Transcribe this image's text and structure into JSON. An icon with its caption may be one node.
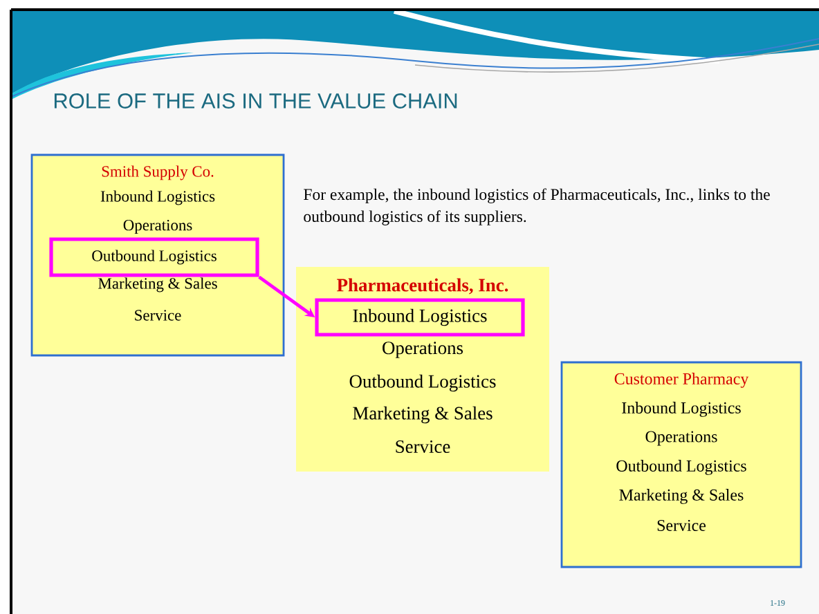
{
  "diagram": {
    "title": "ROLE OF THE AIS IN THE VALUE CHAIN",
    "nodes": [
      {
        "text": [
          "Smith Supply Co.",
          "Inbound Logistics",
          "Operations",
          "Marketing & Sales",
          "Service"
        ]
      },
      {
        "text": [
          "Outbound Logistics"
        ],
        "in": 0
      },
      {
        "text": [
          "Pharmaceuticals, Inc.",
          "Operations",
          "Outbound Logistics",
          "Marketing & Sales",
          "Service"
        ]
      },
      {
        "text": [
          "Inbound Logistics"
        ],
        "in": 2
      },
      {
        "text": [
          "Customer Pharmacy",
          "Inbound Logistics",
          "Operations",
          "Outbound Logistics",
          "Marketing & Sales",
          "Service"
        ]
      }
    ],
    "edges": [
      {
        "from": 1,
        "to": 3,
        "arrow": "to",
        "color": "#ff00ff"
      }
    ],
    "labels": [
      "For example, the inbound logistics of Pharmaceuticals, Inc., links to the outbound logistics of its suppliers.",
      "1-19"
    ]
  }
}
